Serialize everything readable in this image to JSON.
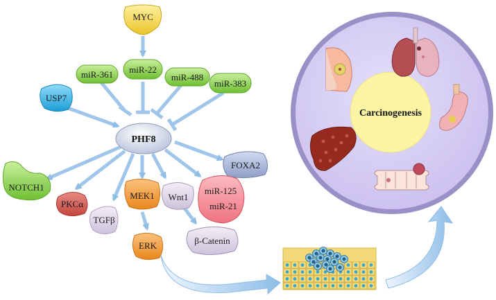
{
  "diagram": {
    "nodes": {
      "myc": "MYC",
      "mir361": "miR-361",
      "mir22": "miR-22",
      "mir488": "miR-488",
      "mir383": "miR-383",
      "usp7": "USP7",
      "phf8": "PHF8",
      "foxa2": "FOXA2",
      "notch1": "NOTCH1",
      "pkca": "PKCα",
      "tgfb": "TGFβ",
      "mek1": "MEK1",
      "wnt1": "Wnt1",
      "mir125": "miR-125",
      "mir21": "miR-21",
      "erk": "ERK",
      "bcatenin": "β-Catenin"
    },
    "center": "Carcinogenesis"
  },
  "colors": {
    "myc": "#f2d23c",
    "mirna": "#8fd24e",
    "usp7": "#35b4e6",
    "phf8": "#d9dfee",
    "foxa2": "#a9b6d8",
    "notch1": "#98d356",
    "pkca": "#d2574f",
    "tgfb": "#ead7ee",
    "mek1": "#f0a43c",
    "wnt1": "#ded5e6",
    "mir_pink": "#f58b96",
    "erk": "#f08c24",
    "bcatenin": "#c9bfd8",
    "arrow": "#9fc6ea",
    "circle": "#d8d0f2",
    "inner": "#fbf5a6"
  }
}
